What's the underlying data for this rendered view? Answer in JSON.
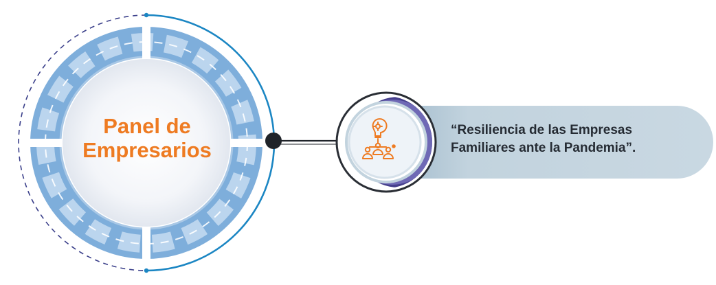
{
  "panel": {
    "title_line1": "Panel de",
    "title_line2": "Empresarios"
  },
  "topic": {
    "line1": "“Resiliencia de las Empresas",
    "line2": "Familiares ante la Pandemia”.",
    "icon": "idea-network-icon"
  },
  "colors": {
    "accent_orange": "#ee7b22",
    "arc_blue": "#1b86c3",
    "dash_navy": "#3a3f8a",
    "band_blue": "#7eaedb",
    "band_light": "#c6dcf1",
    "pill_bg": "#c2d3de",
    "text_dark": "#252b33"
  }
}
